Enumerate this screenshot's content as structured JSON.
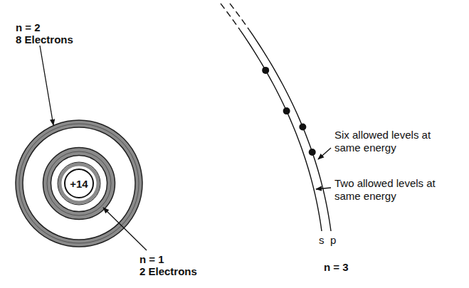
{
  "diagram": {
    "nodes": [
      {
        "text": [
          "+14"
        ]
      }
    ],
    "labels": [
      "n = 2",
      "8 Electrons",
      "n = 1",
      "2 Electrons",
      "Six allowed levels at same energy",
      "Two allowed levels at same energy",
      "s",
      "p",
      "n = 3"
    ]
  }
}
